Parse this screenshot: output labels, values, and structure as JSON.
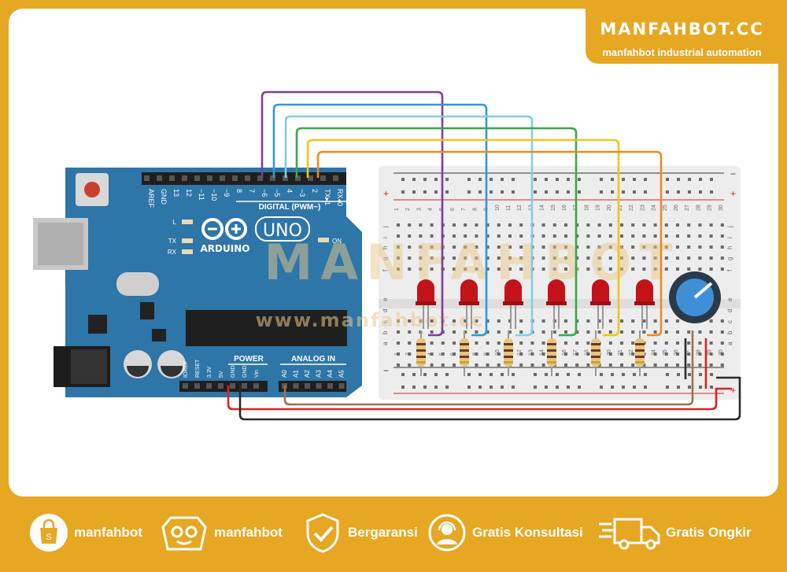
{
  "brand": {
    "title": "MANFAHBOT.CC",
    "subtitle": "manfahbot industrial automation"
  },
  "watermark": {
    "text": "MANFAHBOT",
    "url": "www.manfahbot.cc"
  },
  "arduino": {
    "logo_text": "ARDUINO",
    "model": "UNO",
    "digital_label": "DIGITAL (PWM~)",
    "power_label": "POWER",
    "analog_label": "ANALOG IN",
    "top_pins": [
      "AREF",
      "GND",
      "13",
      "12",
      "~11",
      "~10",
      "~9",
      "8",
      "7",
      "~6",
      "~5",
      "4",
      "~3",
      "2",
      "TX▸1",
      "RX◂0"
    ],
    "power_pins": [
      "IOREF",
      "RESET",
      "3.3V",
      "5V",
      "GND",
      "GND",
      "Vin"
    ],
    "analog_pins": [
      "A0",
      "A1",
      "A2",
      "A3",
      "A4",
      "A5"
    ],
    "led_labels": {
      "l": "L",
      "tx": "TX",
      "rx": "RX",
      "on": "ON"
    }
  },
  "breadboard": {
    "columns": [
      "1",
      "2",
      "3",
      "4",
      "5",
      "6",
      "7",
      "8",
      "9",
      "10",
      "11",
      "12",
      "13",
      "14",
      "15",
      "16",
      "17",
      "18",
      "19",
      "20",
      "21",
      "22",
      "23",
      "24",
      "25",
      "26",
      "27",
      "28",
      "29",
      "30"
    ],
    "rows_top": [
      "j",
      "i",
      "h",
      "g",
      "f"
    ],
    "rows_bottom": [
      "e",
      "d",
      "c",
      "b",
      "a"
    ],
    "rail_minus": "−",
    "rail_plus": "+"
  },
  "wires": {
    "pin7": "#7b3f9e",
    "pin6": "#2e9ad6",
    "pin5": "#7fcfe6",
    "pin4": "#3aa84a",
    "pin3": "#f2c51a",
    "pin2": "#ef8a1e",
    "a0": "#9a7350",
    "v5": "#e0211d",
    "gnd": "#2b2b2b"
  },
  "footer": {
    "items": [
      {
        "icon": "shopping-bag-icon",
        "label": "manfahbot"
      },
      {
        "icon": "mascot-icon",
        "label": "manfahbot"
      },
      {
        "icon": "shield-check-icon",
        "label": "Bergaransi"
      },
      {
        "icon": "support-agent-icon",
        "label": "Gratis Konsultasi"
      },
      {
        "icon": "delivery-truck-icon",
        "label": "Gratis Ongkir"
      }
    ]
  }
}
